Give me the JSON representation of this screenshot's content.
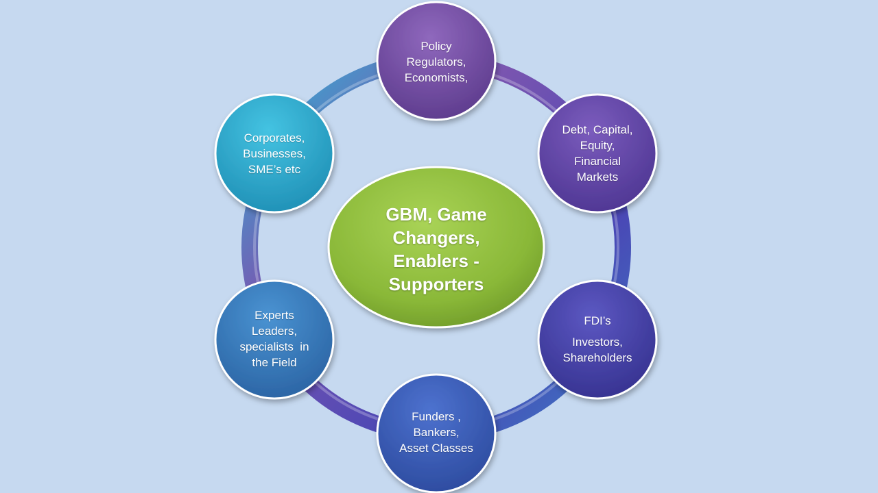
{
  "center": {
    "lines": [
      "GBM, Game",
      "Changers,",
      "Enablers -",
      "Supporters"
    ],
    "color": "#8cbc3a"
  },
  "nodes": [
    {
      "id": "policy",
      "lines": [
        "Policy",
        "Regulators,",
        "Economists,"
      ],
      "color": "#7a4fa8"
    },
    {
      "id": "finance",
      "lines": [
        "Debt, Capital,",
        "Equity,",
        "Financial",
        "Markets"
      ],
      "color": "#6a47ad"
    },
    {
      "id": "investors",
      "lines": [
        "FDI’s",
        "Investors,",
        "Shareholders"
      ],
      "color": "#4f46b0"
    },
    {
      "id": "funders",
      "lines": [
        "Funders ,",
        "Bankers,",
        "Asset Classes"
      ],
      "color": "#3d5fbd"
    },
    {
      "id": "experts",
      "lines": [
        "Experts",
        "Leaders,",
        "specialists  in",
        "the Field"
      ],
      "color": "#3a80c2"
    },
    {
      "id": "corporates",
      "lines": [
        "Corporates,",
        "Businesses,",
        "SME’s etc"
      ],
      "color": "#2fb0d3"
    }
  ],
  "colors": {
    "background": "#c6d9f0"
  }
}
